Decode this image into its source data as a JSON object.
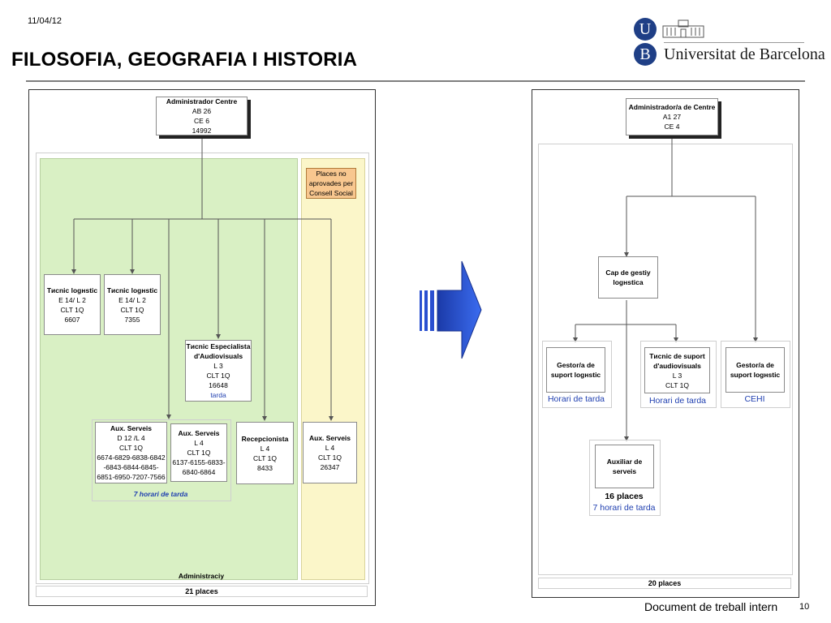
{
  "header": {
    "date": "11/04/12",
    "title": "FILOSOFIA, GEOGRAFIA I HISTORIA",
    "logo_letter_top": "U",
    "logo_letter_bottom": "B",
    "university": "Universitat de Barcelona"
  },
  "footer": {
    "text": "Document de treball intern",
    "page_number": "10"
  },
  "colors": {
    "green_zone": "#d9f0c4",
    "yellow_zone": "#fbf6c9",
    "orange_note": "#f8c78f",
    "arrow_blue": "#2a4fd0",
    "ub_blue": "#1f3f86",
    "note_blue": "#1f3fb0"
  },
  "left_chart": {
    "top": {
      "title": "Administrador Centre",
      "l1": "AB 26",
      "l2": "CE 6",
      "l3": "14992"
    },
    "note": {
      "text": "Places no aprovades per Consell Social"
    },
    "tec1": {
      "title": "Tиcnic logнstic",
      "l1": "E 14/ L 2",
      "l2": "CLT 1Q",
      "l3": "6607"
    },
    "tec2": {
      "title": "Tиcnic logнstic",
      "l1": "E 14/ L 2",
      "l2": "CLT 1Q",
      "l3": "7355"
    },
    "tec_av": {
      "title": "Tиcnic Especialista",
      "title2": "d'Audiovisuals",
      "l1": "L 3",
      "l2": "CLT 1Q",
      "l3": "16648",
      "l4": "tarda"
    },
    "aux1": {
      "title": "Aux. Serveis",
      "l1": "D 12 /L 4",
      "l2": "CLT 1Q",
      "l3": "6674-6829-6838-6842",
      "l4": "-6843-6844-6845-",
      "l5": "6851-6950-7207-7566"
    },
    "aux2": {
      "title": "Aux. Serveis",
      "l1": "L 4",
      "l2": "CLT 1Q",
      "l3": "6137-6155-6833-",
      "l4": "6840-6864"
    },
    "aux_note": "7 horari de tarda",
    "recep": {
      "title": "Recepcionista",
      "l1": "L 4",
      "l2": "CLT 1Q",
      "l3": "8433"
    },
    "aux3": {
      "title": "Aux. Serveis",
      "l1": "L 4",
      "l2": "CLT 1Q",
      "l3": "26347"
    },
    "zone_label": "Administraciу",
    "places": "21 places"
  },
  "right_chart": {
    "top": {
      "title": "Administrador/a de Centre",
      "l1": "A1 27",
      "l2": "CE 4"
    },
    "cap": {
      "title": "Cap de gestiу",
      "title2": "logнstica"
    },
    "gestor1": {
      "title": "Gestor/a de",
      "title2": "suport logнstic",
      "note": "Horari de tarda"
    },
    "tec_sup": {
      "title": "Tиcnic de suport",
      "title2": "d'audiovisuals",
      "l1": "L 3",
      "l2": "CLT 1Q",
      "note": "Horari de tarda"
    },
    "gestor2": {
      "title": "Gestor/a de",
      "title2": "suport logнstic",
      "note": "CEHI"
    },
    "auxiliar": {
      "title": "Auxiliar de",
      "title2": "serveis",
      "places": "16 places",
      "note": "7 horari de tarda"
    },
    "places": "20 places"
  }
}
